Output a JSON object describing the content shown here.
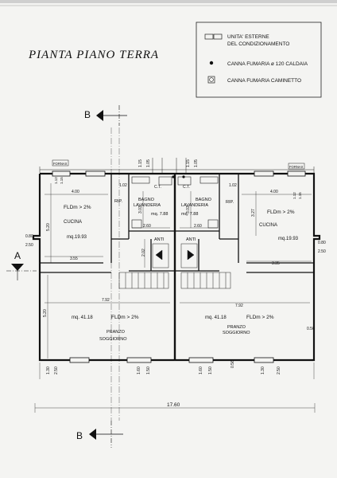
{
  "title": "PIANTA PIANO TERRA",
  "legend": {
    "unit_external_1": "UNITA' ESTERNE",
    "unit_external_2": "DEL CONDIZIONAMENTO",
    "boiler_flue": "CANNA FUMARIA ø 120 CALDAIA",
    "fireplace_flue": "CANNA FUMARIA CAMINETTO"
  },
  "section_markers": {
    "top": "B",
    "bottom": "B",
    "left": "A"
  },
  "rooms": {
    "cucina_left": {
      "name": "CUCINA",
      "fldm": "FLDm > 2%",
      "area": "mq.19.93"
    },
    "cucina_right": {
      "name": "CUCINA",
      "fldm": "FLDm > 2%",
      "area": "mq.19.93"
    },
    "bagno_left": {
      "name": "BAGNO",
      "name2": "LAVANDERIA",
      "area": "mq. 7.88"
    },
    "bagno_right": {
      "name": "BAGNO",
      "name2": "LAVANDERIA",
      "area": "mq. 7.88"
    },
    "rip_left": "RIP.",
    "rip_right": "RIP.",
    "anti_left": "ANTI",
    "anti_right": "ANTI",
    "soggiorno_left": {
      "area": "mq. 41.18",
      "fldm": "FLDm > 2%",
      "name": "PRANZO",
      "name2": "SOGGIORNO"
    },
    "soggiorno_right": {
      "area": "mq. 41.18",
      "fldm": "FLDm > 2%",
      "name": "PRANZO",
      "name2": "SOGGIORNO"
    }
  },
  "labels": {
    "ct_left": "C.T.",
    "ct_right": "C.T.",
    "fornax_left": "FORNAX",
    "fornax_right": "FORNAX"
  },
  "dimensions": {
    "total_width": "17.60",
    "d102_l": "1.02",
    "d102_r": "1.02",
    "d115_l": "1.15",
    "d105_l": "1.05",
    "d115_r": "1.15",
    "d105_r": "1.05",
    "d400_l": "4.00",
    "d400_r": "4.00",
    "d112_l": "1.12",
    "d115b_l": "1.15",
    "d112_r": "1.12",
    "d115b_r": "1.15",
    "d520_l": "5.20",
    "d520b_l": "5.20",
    "d303_l": "3.03",
    "d303_r": "3.03",
    "d327_r": "3.27",
    "d260_l": "2.60",
    "d260_r": "2.60",
    "d202_l": "2.02",
    "d355_l": "3.55",
    "d335_r": "3.35",
    "d080_l": "0.80",
    "d250_l": "2.50",
    "d080_r": "0.80",
    "d250_r": "2.50",
    "d792_l": "7.92",
    "d792_r": "7.92",
    "d056_r": "0.56",
    "d056_c": "0.56",
    "d130_l": "1.30",
    "d250b_l": "2.50",
    "d160_l": "1.60",
    "d150_l": "1.50",
    "d160_r": "1.60",
    "d150_r": "1.50",
    "d130_r": "1.30",
    "d250b_r": "2.50"
  }
}
